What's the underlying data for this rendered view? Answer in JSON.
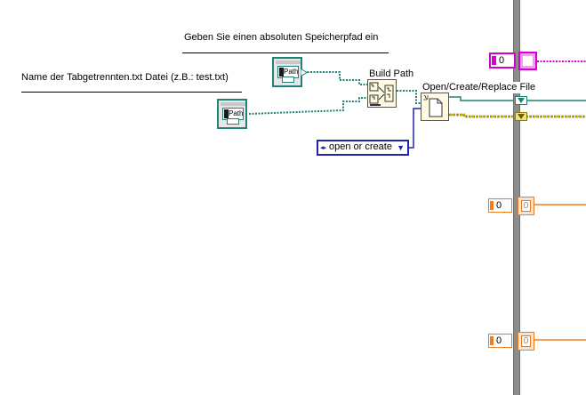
{
  "labels": {
    "absolute_path_prompt": "Geben Sie einen absoluten Speicherpfad ein",
    "filename_prompt": "Name der Tabgetrennten.txt Datei (z.B.: test.txt)",
    "build_path": "Build Path",
    "open_file": "Open/Create/Replace File"
  },
  "path_constants": {
    "top_text": "Path",
    "bottom_text": "Path"
  },
  "enum_constant": {
    "value": "open or create"
  },
  "numeric_constants": {
    "pink_value": "0",
    "orange1_value": "0",
    "orange1_indicator": "0",
    "orange2_value": "0",
    "orange2_indicator": "0"
  },
  "colors": {
    "path_wire": "#1f8277",
    "refnum_wire": "#1f8277",
    "error_wire": "#c8b400",
    "enum_wire": "#2222aa",
    "pink_wire": "#d400d4",
    "orange_wire": "#f07a1a",
    "structure_border": "#8c8c8c"
  }
}
